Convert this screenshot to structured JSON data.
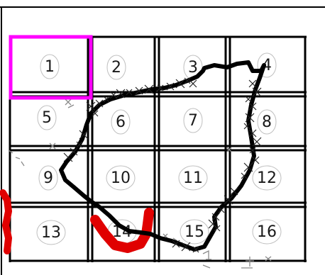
{
  "puzzle": {
    "grid": {
      "rows": 4,
      "cols": 4
    },
    "cells": [
      {
        "label": "1"
      },
      {
        "label": "2"
      },
      {
        "label": "3"
      },
      {
        "label": "4"
      },
      {
        "label": "5"
      },
      {
        "label": "6"
      },
      {
        "label": "7"
      },
      {
        "label": "8"
      },
      {
        "label": "9"
      },
      {
        "label": "10"
      },
      {
        "label": "11"
      },
      {
        "label": "12"
      },
      {
        "label": "13"
      },
      {
        "label": "14"
      },
      {
        "label": "15"
      },
      {
        "label": "16"
      }
    ],
    "selected_cell": "1",
    "colors": {
      "grid_line": "#000000",
      "selection": "#ff00ff",
      "path": "#000000",
      "red_mark": "#e00000",
      "noise": "#8a8a8a"
    }
  }
}
